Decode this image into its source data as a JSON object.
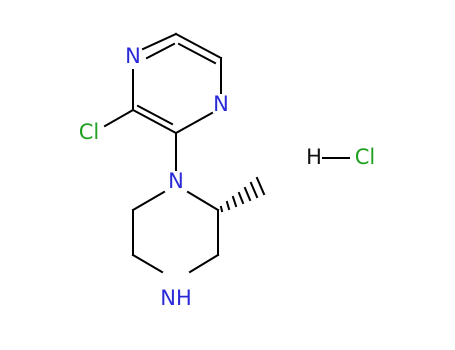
{
  "molecule": {
    "atoms": {
      "pyrazine_n1": "N",
      "pyrazine_n4": "N",
      "chloro": "Cl",
      "piperazine_n1": "N",
      "piperazine_nh": "NH",
      "salt_h": "H",
      "salt_cl": "Cl"
    },
    "colors": {
      "bond": "#000000",
      "nitrogen": "#2a2ad8",
      "chlorine": "#22a022",
      "hydrogen": "#111111"
    }
  }
}
